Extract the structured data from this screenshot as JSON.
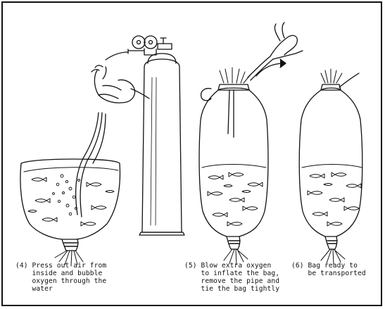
{
  "captions": {
    "step4": "(4) Press out air from\n    inside and bubble\n    oxygen through the\n    water",
    "step5": "(5) Blow extra oxygen\n    to inflate the bag,\n    remove the pipe and\n    tie the bag tightly",
    "step6": "(6) Bag ready to\n    be transported"
  },
  "colors": {
    "ink": "#111111",
    "background": "#ffffff"
  }
}
